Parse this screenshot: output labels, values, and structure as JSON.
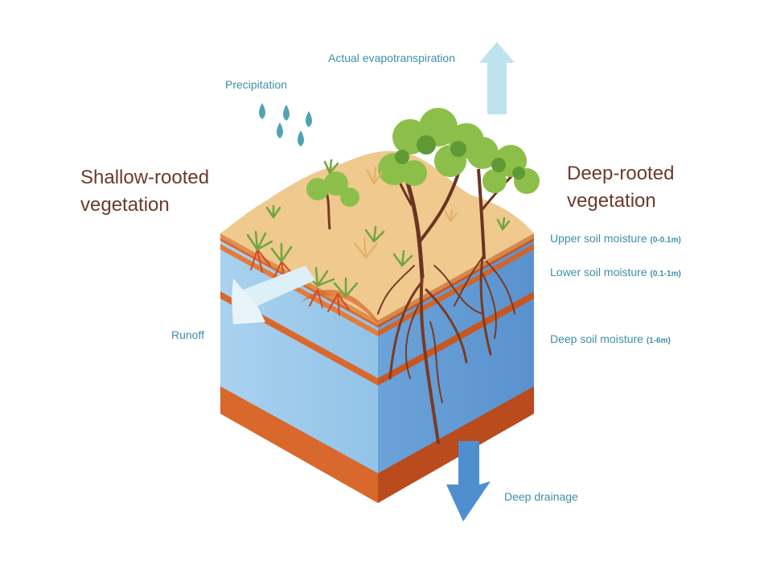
{
  "labels": {
    "evapotranspiration": "Actual evapotranspiration",
    "precipitation": "Precipitation",
    "shallow_rooted_line1": "Shallow-rooted",
    "shallow_rooted_line2": "vegetation",
    "deep_rooted_line1": "Deep-rooted",
    "deep_rooted_line2": "vegetation",
    "runoff": "Runoff",
    "deep_drainage": "Deep drainage"
  },
  "layers": [
    {
      "name": "Upper soil moisture",
      "range": "(0-0.1m)"
    },
    {
      "name": "Lower soil moisture",
      "range": "(0.1-1m)"
    },
    {
      "name": "Deep soil moisture",
      "range": "(1-6m)"
    }
  ],
  "colors": {
    "label_teal": "#3f8fa6",
    "title_brown": "#6b3a2a",
    "sand": "#efc98e",
    "water_light": "#9fcbea",
    "water_dark": "#5d97d2",
    "soil_band": "#d9682c",
    "root": "#7a3a22",
    "leaf": "#8cbf4a",
    "evap_arrow": "#bfe3ee",
    "drain_arrow": "#4f8fd0"
  },
  "icons": [
    "raindrop-icon",
    "arrow-up-icon",
    "arrow-down-icon",
    "arrow-runoff-icon"
  ]
}
